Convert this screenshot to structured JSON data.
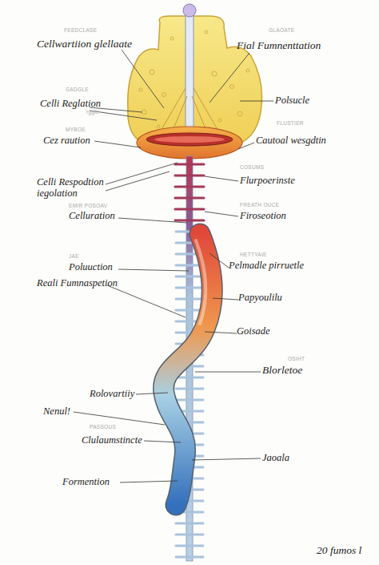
{
  "diagram": {
    "labels": [
      "FEEDCLASE",
      "GLAOATE",
      "Cellwartiion glellaate",
      "Fial Fumnenttation",
      "GADGLE",
      "Celli Reglation",
      "rggle",
      "Polsucle",
      "FLUSTIER",
      "MYBOE",
      "Cez raution",
      "Cautoal wesgdtin",
      "COSUMS",
      "Celli Respodtion iegolation",
      "Flurpoerinste",
      "EMIR POSOAV",
      "FREATH OUCE",
      "Celluration",
      "Firoseotion",
      "JAE",
      "HETTYAIE",
      "Poluuction",
      "Pelmadle pirruetle",
      "Reali Fumnaspetion",
      "Papyoulilu",
      "Goisade",
      "OSIHT",
      "Blorletoe",
      "Rolovartiiy",
      "Nenul!",
      "PASSOUS",
      "Clulaumstincte",
      "Jaoala",
      "Formention",
      "20 fumos l"
    ]
  }
}
